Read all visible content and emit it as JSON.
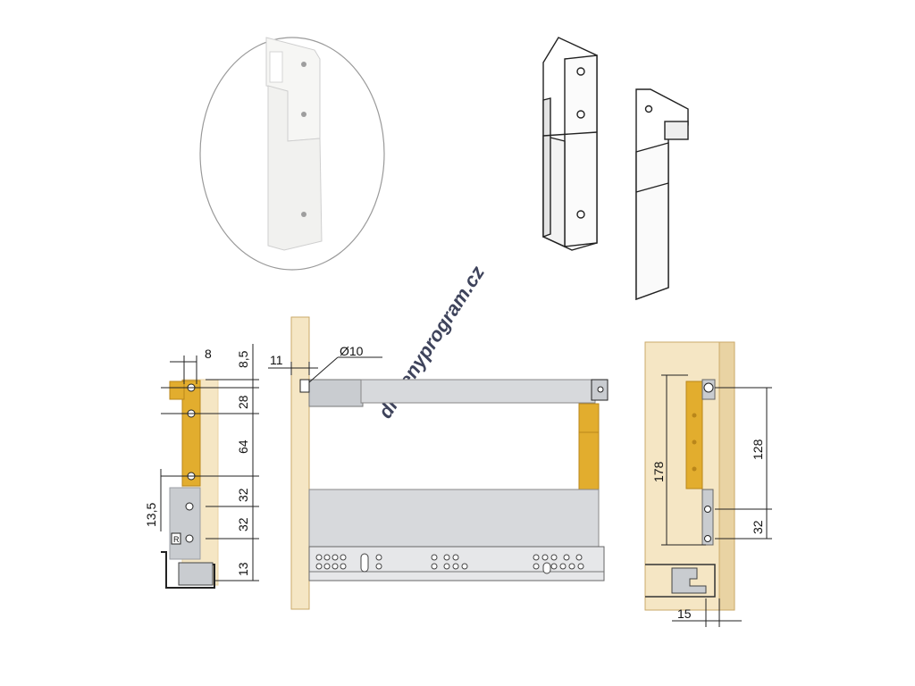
{
  "watermark": "dratenyprogram.cz",
  "colors": {
    "background": "#ffffff",
    "wood": "#f5e6c4",
    "wood_edge": "#e9d3a3",
    "brass": "#e2ad2e",
    "brass_dark": "#b9861a",
    "metal": "#c9ccd0",
    "metal_dark": "#9a9ea4",
    "line": "#222222",
    "plastic": "#f6f6f4"
  },
  "dimensions": {
    "left_view": {
      "width_top": "8",
      "top_offset": "8,5",
      "spacing_1": "28",
      "spacing_2": "64",
      "spacing_3": "32",
      "spacing_4": "32",
      "bottom": "13",
      "side_offset": "13,5"
    },
    "front_view": {
      "front_thickness": "11",
      "hole_diameter": "Ø10"
    },
    "right_view": {
      "total_height": "178",
      "spacing_upper": "128",
      "spacing_lower": "32",
      "side_offset": "15"
    }
  },
  "labels": {
    "right_marker": "R"
  }
}
